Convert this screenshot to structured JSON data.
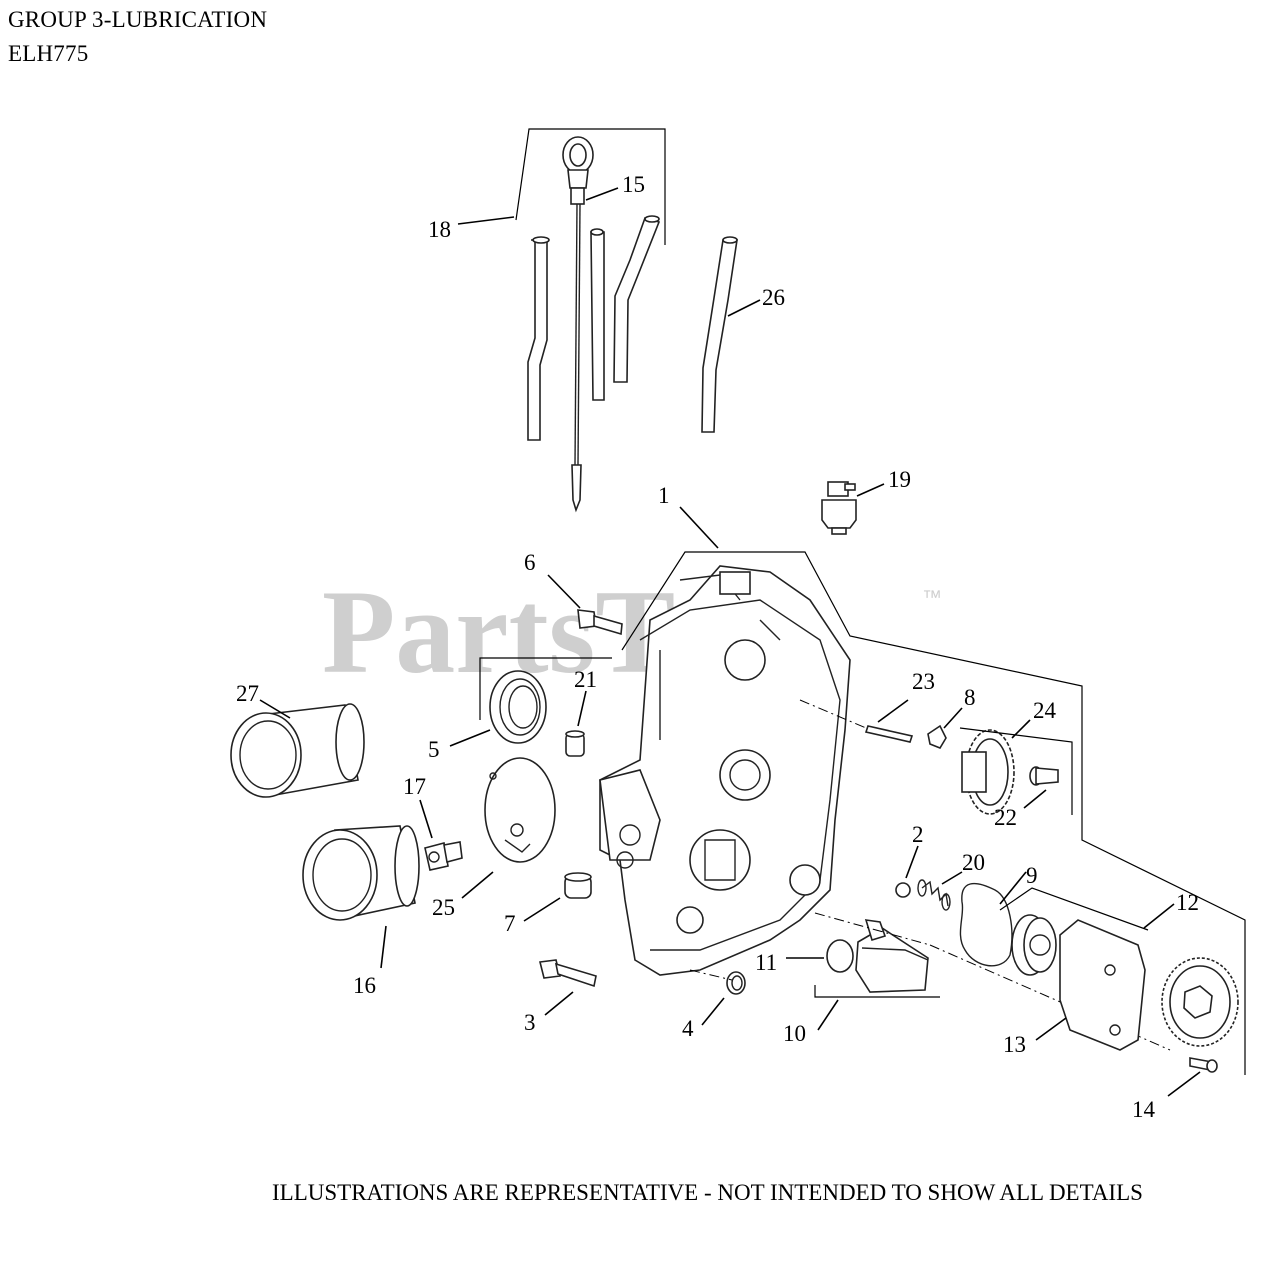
{
  "header": {
    "title": "GROUP 3-LUBRICATION",
    "model": "ELH775"
  },
  "watermark": {
    "text": "PartsTree",
    "trademark": "™"
  },
  "footer": {
    "note": "ILLUSTRATIONS ARE REPRESENTATIVE - NOT INTENDED TO SHOW ALL DETAILS"
  },
  "callouts": {
    "c1": "1",
    "c2": "2",
    "c3": "3",
    "c4": "4",
    "c5": "5",
    "c6": "6",
    "c7": "7",
    "c8": "8",
    "c9": "9",
    "c10": "10",
    "c11": "11",
    "c12": "12",
    "c13": "13",
    "c14": "14",
    "c15": "15",
    "c16": "16",
    "c17": "17",
    "c18": "18",
    "c19": "19",
    "c20": "20",
    "c21": "21",
    "c22": "22",
    "c23": "23",
    "c24": "24",
    "c25": "25",
    "c26": "26",
    "c27": "27"
  },
  "colors": {
    "line": "#000000",
    "watermark": "#cfcfcf",
    "background": "#ffffff"
  }
}
